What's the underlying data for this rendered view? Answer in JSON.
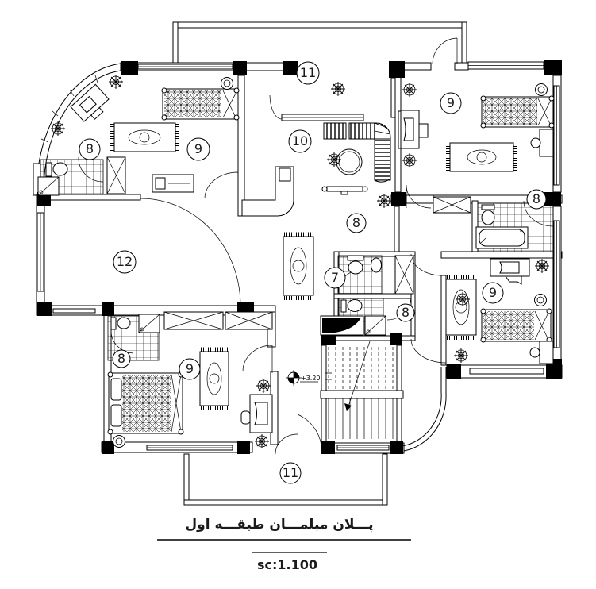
{
  "drawing": {
    "title": "پـــلان  مبلمـــان طبقـــه اول",
    "scale": "sc:1.100",
    "level_marker": "+3.20"
  },
  "colors": {
    "ink": "#000000",
    "paper": "#ffffff"
  },
  "rooms": {
    "balcony_top": {
      "label": "11"
    },
    "bath_top_left": {
      "label": "8"
    },
    "bedroom_top_left": {
      "label": "9"
    },
    "living": {
      "label": "10"
    },
    "bedroom_top_right": {
      "label": "9"
    },
    "bath_top_right": {
      "label": "8"
    },
    "hall": {
      "label": "8"
    },
    "salon": {
      "label": "12"
    },
    "wc": {
      "label": "7"
    },
    "bath_center": {
      "label": "8"
    },
    "bedroom_bottom_right": {
      "label": "9"
    },
    "bath_bottom_left": {
      "label": "8"
    },
    "bedroom_bottom_left": {
      "label": "9"
    },
    "balcony_bottom": {
      "label": "11"
    }
  }
}
